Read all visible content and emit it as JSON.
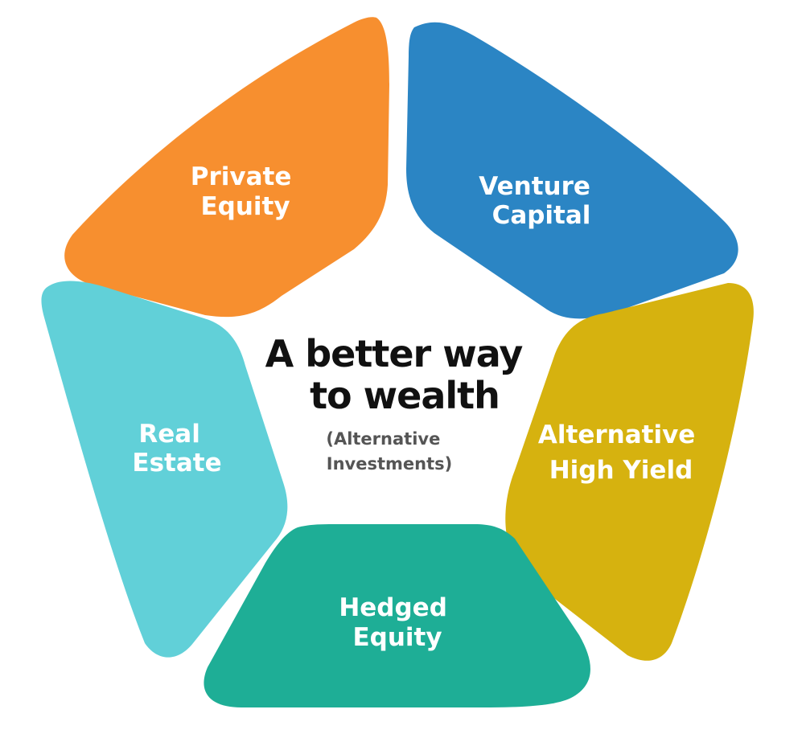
{
  "center": {
    "title_line1": "A better way",
    "title_line2": "to wealth",
    "subtitle_line1": "(Alternative",
    "subtitle_line2": "Investments)"
  },
  "segments": [
    {
      "id": "private-equity",
      "lines": [
        "Private",
        "Equity"
      ],
      "color": "#f78f2f"
    },
    {
      "id": "venture-capital",
      "lines": [
        "Venture",
        "Capital"
      ],
      "color": "#2b85c4"
    },
    {
      "id": "alternative-high-yield",
      "lines": [
        "Alternative",
        "High Yield"
      ],
      "color": "#d6b20f"
    },
    {
      "id": "hedged-equity",
      "lines": [
        "Hedged",
        "Equity"
      ],
      "color": "#1eae96"
    },
    {
      "id": "real-estate",
      "lines": [
        "Real",
        "Estate"
      ],
      "color": "#61d0d8"
    }
  ]
}
